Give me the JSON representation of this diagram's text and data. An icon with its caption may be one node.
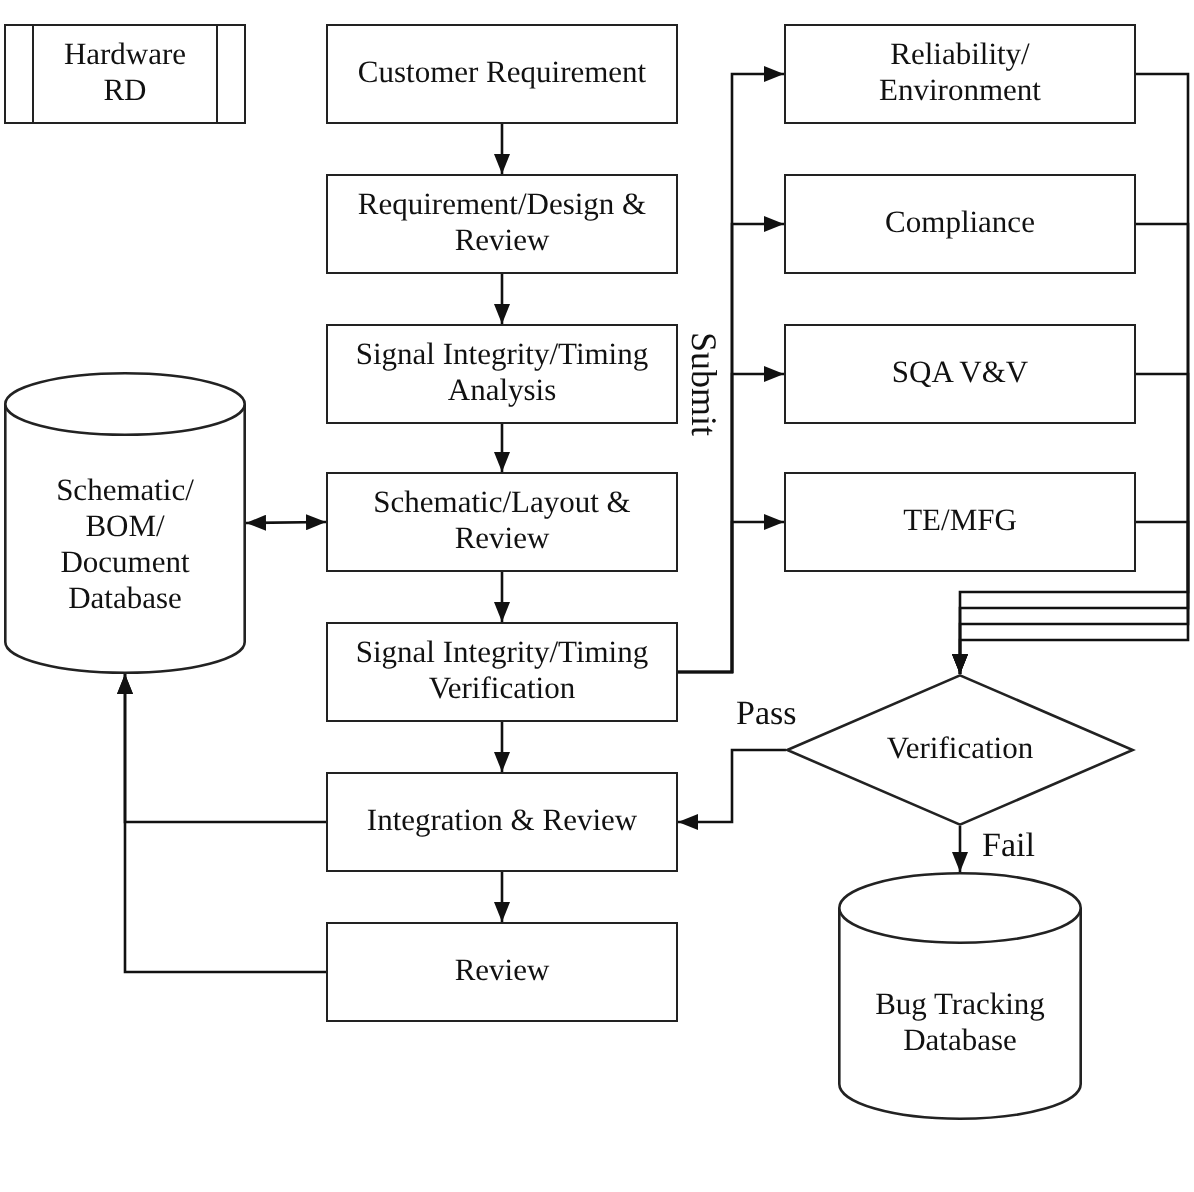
{
  "diagram": {
    "nodes": [
      {
        "text": [
          "Hardware RD"
        ]
      },
      {
        "text": [
          "Customer Requirement"
        ]
      },
      {
        "text": [
          "Requirement/Design & Review"
        ]
      },
      {
        "text": [
          "Signal Integrity/Timing Analysis"
        ]
      },
      {
        "text": [
          "Schematic/Layout & Review"
        ]
      },
      {
        "text": [
          "Signal Integrity/Timing Verification"
        ]
      },
      {
        "text": [
          "Integration & Review"
        ]
      },
      {
        "text": [
          "Review"
        ]
      },
      {
        "text": [
          "Schematic/ BOM/ Document Database"
        ]
      },
      {
        "text": [
          "Reliability/ Environment"
        ]
      },
      {
        "text": [
          "Compliance"
        ]
      },
      {
        "text": [
          "SQA V&V"
        ]
      },
      {
        "text": [
          "TE/MFG"
        ]
      },
      {
        "text": [
          "Verification"
        ]
      },
      {
        "text": [
          "Bug Tracking Database"
        ]
      }
    ],
    "edges": [
      {
        "from": 1,
        "to": 2,
        "arrow": "to"
      },
      {
        "from": 2,
        "to": 3,
        "arrow": "to"
      },
      {
        "from": 3,
        "to": 4,
        "arrow": "to"
      },
      {
        "from": 4,
        "to": 8,
        "arrow": "both"
      },
      {
        "from": 4,
        "to": 5,
        "arrow": "to"
      },
      {
        "from": 5,
        "to": 6,
        "arrow": "to"
      },
      {
        "from": 6,
        "to": 7,
        "arrow": "to"
      },
      {
        "from": 5,
        "to": 9,
        "arrow": "to"
      },
      {
        "from": 5,
        "to": 10,
        "arrow": "to"
      },
      {
        "from": 5,
        "to": 11,
        "arrow": "to",
        "label": "Submit"
      },
      {
        "from": 5,
        "to": 12,
        "arrow": "to"
      },
      {
        "from": 9,
        "to": 13,
        "arrow": "to"
      },
      {
        "from": 10,
        "to": 13,
        "arrow": "to"
      },
      {
        "from": 11,
        "to": 13,
        "arrow": "to"
      },
      {
        "from": 12,
        "to": 13,
        "arrow": "to"
      },
      {
        "from": 13,
        "to": 6,
        "arrow": "to",
        "label": "Pass"
      },
      {
        "from": 13,
        "to": 14,
        "arrow": "to",
        "label": "Fail"
      },
      {
        "from": 6,
        "to": 8,
        "arrow": "to"
      },
      {
        "from": 7,
        "to": 8,
        "arrow": "to"
      }
    ]
  }
}
